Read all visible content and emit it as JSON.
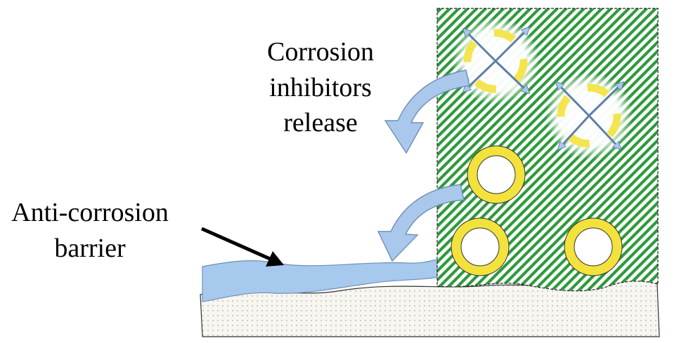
{
  "labels": {
    "release_line1": "Corrosion",
    "release_line2": "inhibitors",
    "release_line3": "release",
    "barrier_line1": "Anti-corrosion",
    "barrier_line2": "barrier"
  },
  "colors": {
    "coating_stripe": "#2e9a3c",
    "capsule_ring": "#f3e23c",
    "inhibitor_blue": "#a9c8ec",
    "barrier_blue": "#a7c9ee",
    "substrate_fill": "#f7f6f0"
  },
  "icons": {
    "intact_capsule": "yellow-ring-icon",
    "released_capsule": "burst-capsule-icon",
    "release_arrow": "curved-arrow-icon",
    "pointer": "black-arrow-icon"
  }
}
